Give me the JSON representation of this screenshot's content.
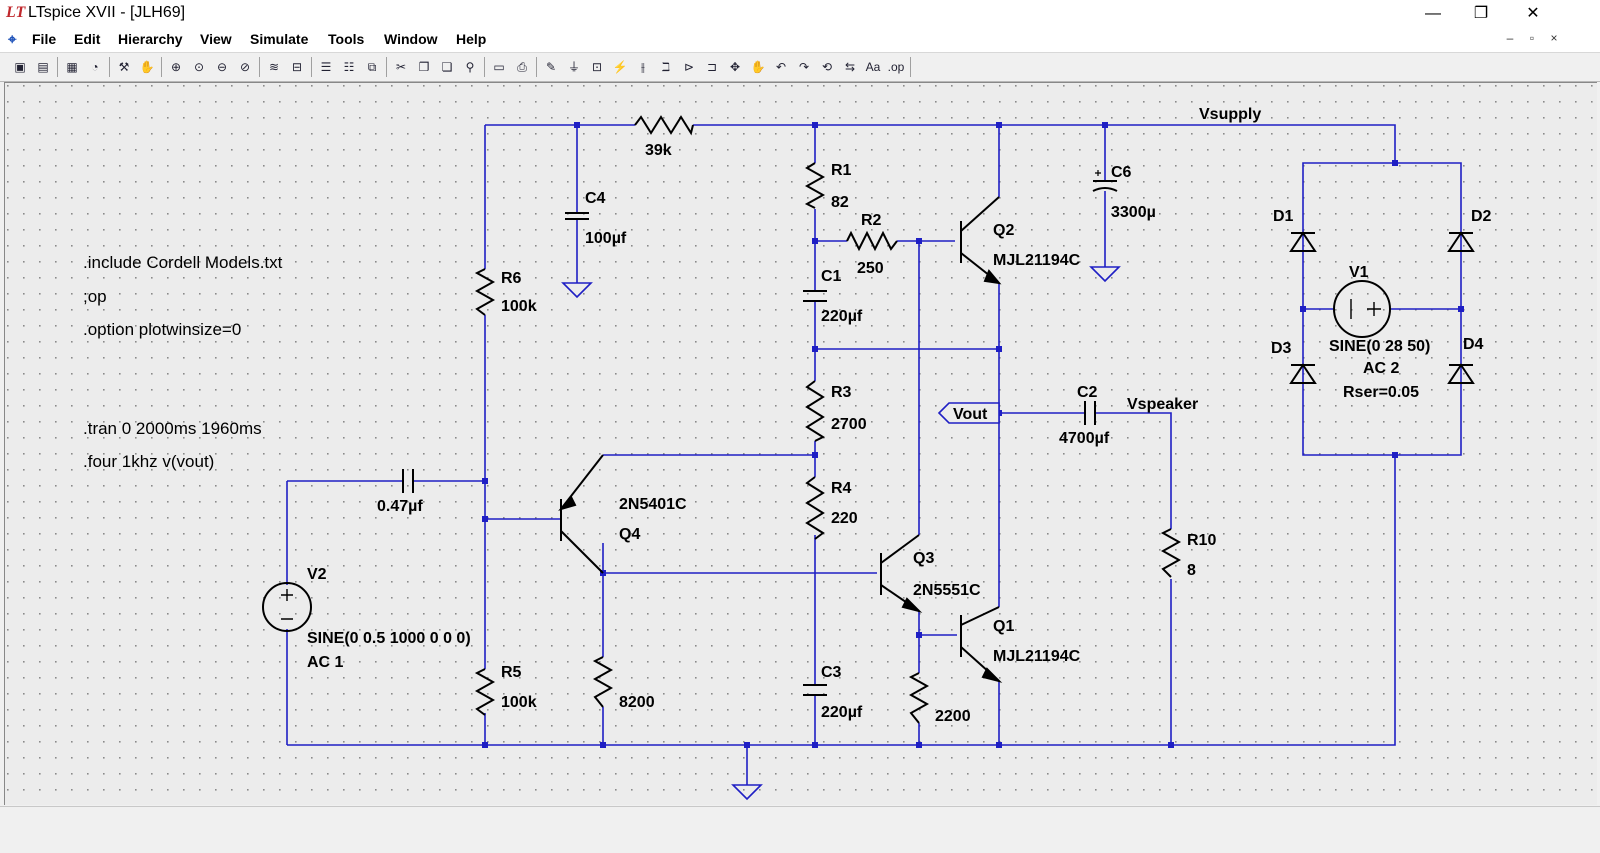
{
  "window": {
    "title": "LTspice XVII - [JLH69]",
    "logo": "LT",
    "minimize": "—",
    "restore": "❐",
    "close": "✕"
  },
  "menu": {
    "items": [
      "File",
      "Edit",
      "Hierarchy",
      "View",
      "Simulate",
      "Tools",
      "Window",
      "Help"
    ],
    "mdi": [
      "–",
      "▫",
      "×"
    ]
  },
  "toolbar": {
    "icons": [
      "new-schematic",
      "open",
      "save",
      "control-panel",
      "run",
      "halt",
      "zoom-in",
      "zoom-pan",
      "zoom-out",
      "zoom-fit",
      "autorange",
      "waveform-settings",
      "tile-horizontal",
      "tile-vertical",
      "cascade",
      "cut",
      "copy",
      "paste",
      "find",
      "print-setup",
      "print",
      "wire",
      "ground",
      "label",
      "resistor",
      "capacitor",
      "inductor",
      "diode",
      "component",
      "move",
      "drag",
      "undo",
      "redo",
      "rotate",
      "mirror",
      "text",
      "spice-directive"
    ],
    "glyphs": [
      "▣",
      "▤",
      "▦",
      "◔",
      "⚒",
      "✋",
      "⊕",
      "⊙",
      "⊖",
      "⊘",
      "≋",
      "⊟",
      "☰",
      "☷",
      "⧉",
      "✂",
      "❐",
      "❏",
      "⚲",
      "▭",
      "⎙",
      "✎",
      "⏚",
      "⊡",
      "⚡",
      "⫲",
      "ℶ",
      "⊳",
      "⊐",
      "✥",
      "✋",
      "↶",
      "↷",
      "⟲",
      "⇆",
      "Aa",
      ".op"
    ]
  },
  "schematic": {
    "directives": [
      ".include Cordell Models.txt",
      ";op",
      ".option plotwinsize=0",
      ".tran 0 2000ms 1960ms",
      ".four 1khz v(vout)"
    ],
    "nets": {
      "vsupply": "Vsupply",
      "vspeaker": "Vspeaker",
      "vout": "Vout"
    },
    "components": {
      "R_top": {
        "value": "39k"
      },
      "R1": {
        "name": "R1",
        "value": "82"
      },
      "R2": {
        "name": "R2",
        "value": "250"
      },
      "R3": {
        "name": "R3",
        "value": "2700"
      },
      "R4": {
        "name": "R4",
        "value": "220"
      },
      "R5": {
        "name": "R5",
        "value": "100k"
      },
      "R6": {
        "name": "R6",
        "value": "100k"
      },
      "R10": {
        "name": "R10",
        "value": "8"
      },
      "R_q4": {
        "value": "8200"
      },
      "R_q1": {
        "value": "2200"
      },
      "C1": {
        "name": "C1",
        "value": "220µf"
      },
      "C2": {
        "name": "C2",
        "value": "4700µf"
      },
      "C3": {
        "name": "C3",
        "value": "220µf"
      },
      "C4": {
        "name": "C4",
        "value": "100µf"
      },
      "C6": {
        "name": "C6",
        "value": "3300µ"
      },
      "C_in": {
        "value": "0.47µf"
      },
      "Q1": {
        "name": "Q1",
        "model": "MJL21194C"
      },
      "Q2": {
        "name": "Q2",
        "model": "MJL21194C"
      },
      "Q3": {
        "name": "Q3",
        "model": "2N5551C"
      },
      "Q4": {
        "name": "Q4",
        "model": "2N5401C"
      },
      "D1": {
        "name": "D1"
      },
      "D2": {
        "name": "D2"
      },
      "D3": {
        "name": "D3"
      },
      "D4": {
        "name": "D4"
      },
      "V1": {
        "name": "V1",
        "line1": "SINE(0 28 50)",
        "line2": "AC 2",
        "line3": "Rser=0.05"
      },
      "V2": {
        "name": "V2",
        "line1": "SINE(0 0.5 1000 0 0 0)",
        "line2": "AC 1"
      }
    }
  }
}
